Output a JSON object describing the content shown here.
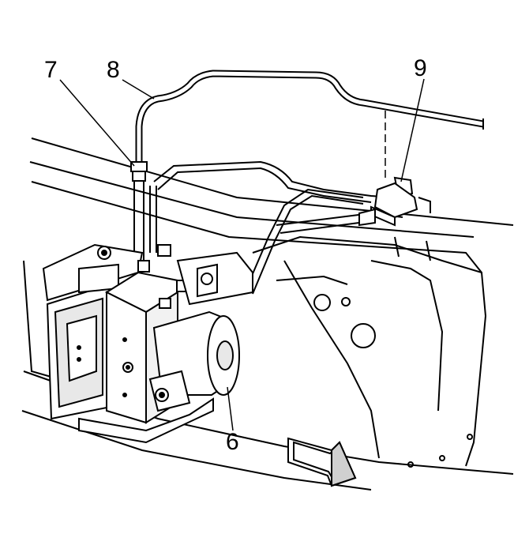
{
  "callouts": {
    "c7": "7",
    "c8": "8",
    "c9": "9",
    "c6": "6"
  },
  "colors": {
    "line": "#000000",
    "background": "#ffffff",
    "shade": "#cfcfcf"
  },
  "icons": {
    "direction_arrow": "forward-direction-arrow-icon"
  }
}
